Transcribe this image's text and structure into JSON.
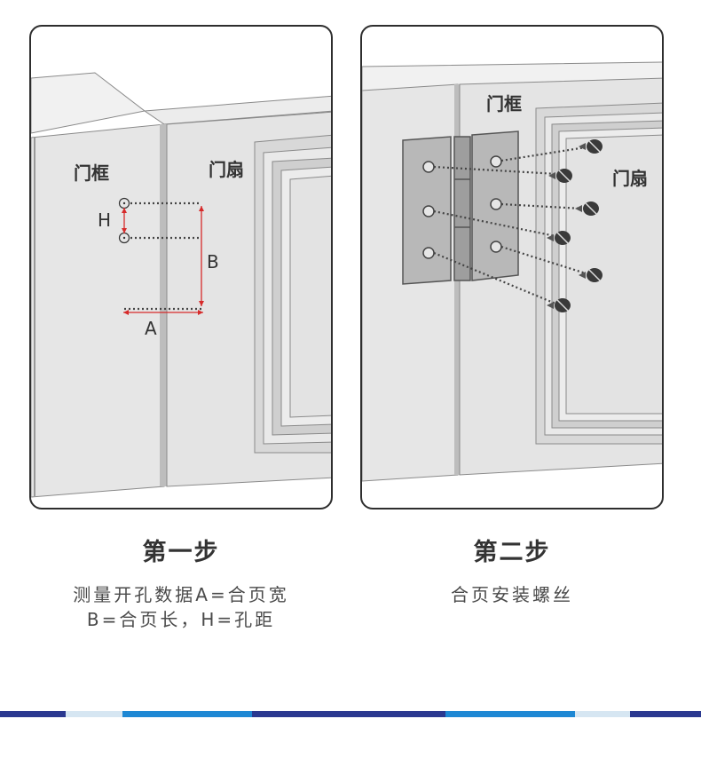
{
  "panel1": {
    "labels": {
      "frame": "门框",
      "leaf": "门扇",
      "h": "H",
      "b": "B",
      "a": "A"
    },
    "title": "第一步",
    "desc_lines": [
      "测量开孔数据A=合页宽",
      "B=合页长，H=孔距"
    ]
  },
  "panel2": {
    "labels": {
      "frame": "门框",
      "leaf": "门扇"
    },
    "title": "第二步",
    "desc_lines": [
      "合页安装螺丝"
    ]
  },
  "colors": {
    "accent_red": "#d62a2a",
    "bar_navy": "#2b3990",
    "bar_light": "#d6e6f2",
    "bar_blue": "#1e88d4"
  }
}
